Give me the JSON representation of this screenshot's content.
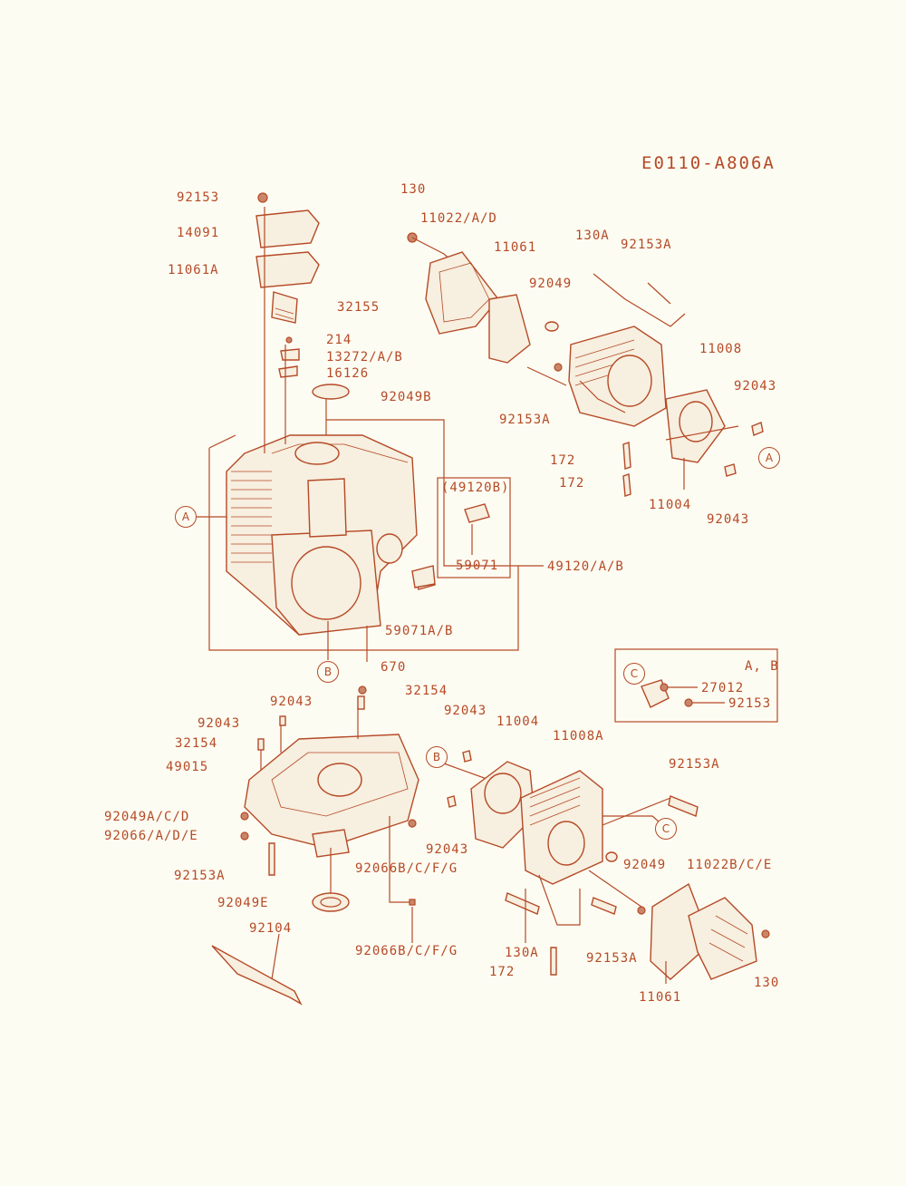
{
  "diagram_code": "E0110-A806A",
  "variant_note": "A, B",
  "callouts": [
    "A",
    "B",
    "C"
  ],
  "labels": {
    "l_92153_top": "92153",
    "l_14091": "14091",
    "l_11061A": "11061A",
    "l_32155": "32155",
    "l_214": "214",
    "l_13272": "13272/A/B",
    "l_16126": "16126",
    "l_92049B": "92049B",
    "l_130_top": "130",
    "l_11022": "11022/A/D",
    "l_11061_top": "11061",
    "l_130A_top": "130A",
    "l_92153A_top": "92153A",
    "l_92049_top": "92049",
    "l_11008": "11008",
    "l_92043_r1": "92043",
    "l_92153A_mid": "92153A",
    "l_172_a": "172",
    "l_172_b": "172",
    "l_11004_top": "11004",
    "l_92043_r2": "92043",
    "l_49120B": "(49120B)",
    "l_59071": "59071",
    "l_49120": "49120/A/B",
    "l_59071AB": "59071A/B",
    "l_670": "670",
    "l_32154_a": "32154",
    "l_92043_a": "92043",
    "l_92043_b": "92043",
    "l_32154_b": "32154",
    "l_49015": "49015",
    "l_92049ACD": "92049A/C/D",
    "l_92066ADE": "92066/A/D/E",
    "l_92153A_low": "92153A",
    "l_92049E": "92049E",
    "l_92104": "92104",
    "l_92066BCFG_a": "92066B/C/F/G",
    "l_92066BCFG_b": "92066B/C/F/G",
    "l_27012": "27012",
    "l_92153_c": "92153",
    "l_92043_c": "92043",
    "l_11004_bot": "11004",
    "l_11008A": "11008A",
    "l_92153A_r": "92153A",
    "l_92043_d": "92043",
    "l_92049_bot": "92049",
    "l_11022BCE": "11022B/C/E",
    "l_130A_bot": "130A",
    "l_92153A_bot": "92153A",
    "l_172_bot": "172",
    "l_11061_bot": "11061",
    "l_130_bot": "130"
  },
  "colors": {
    "line": "#b54a27",
    "background": "#fdfcf2"
  }
}
